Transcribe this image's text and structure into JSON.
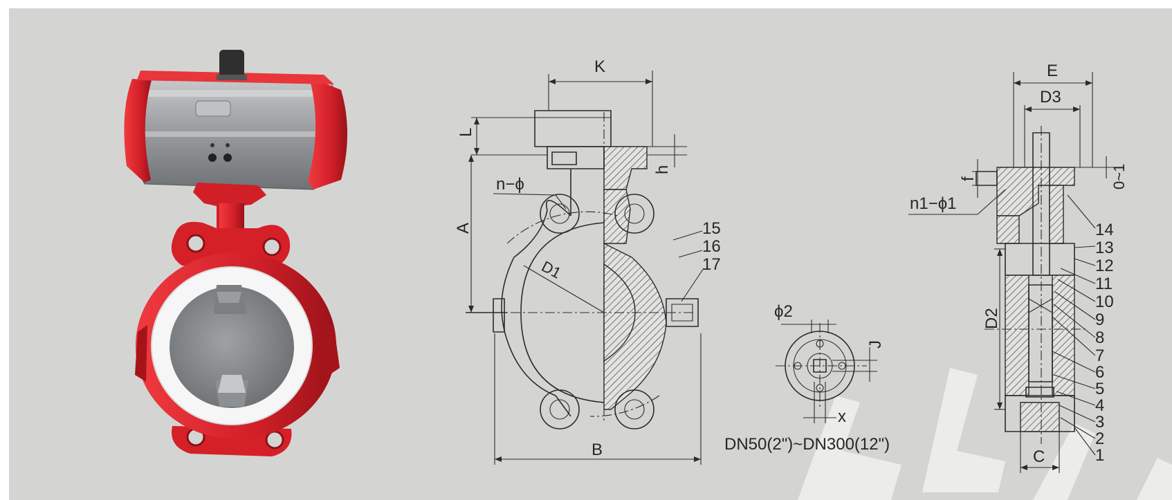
{
  "front_view": {
    "K": "K",
    "L": "L",
    "h": "h",
    "A": "A",
    "B": "B",
    "D1": "D1",
    "n_phi": "n−ϕ",
    "parts": [
      "15",
      "16",
      "17"
    ]
  },
  "small_view": {
    "phi2": "ϕ2",
    "J": "J",
    "x": "x",
    "caption": "DN50(2\")~DN300(12\")"
  },
  "side_view": {
    "E": "E",
    "D3": "D3",
    "f": "f",
    "n1_phi1": "n1−ϕ1",
    "tol": "0~1",
    "D2": "D2",
    "C": "C",
    "parts": [
      "14",
      "13",
      "12",
      "11",
      "10",
      "9",
      "8",
      "7",
      "6",
      "5",
      "4",
      "3",
      "2",
      "1"
    ]
  },
  "colors": {
    "panel": "#d4d5d3",
    "valve_red": "#d9242c",
    "actuator_grey": "#a7a9ab",
    "liner_white": "#f6f6f6",
    "disc_grey": "#8d9093"
  }
}
